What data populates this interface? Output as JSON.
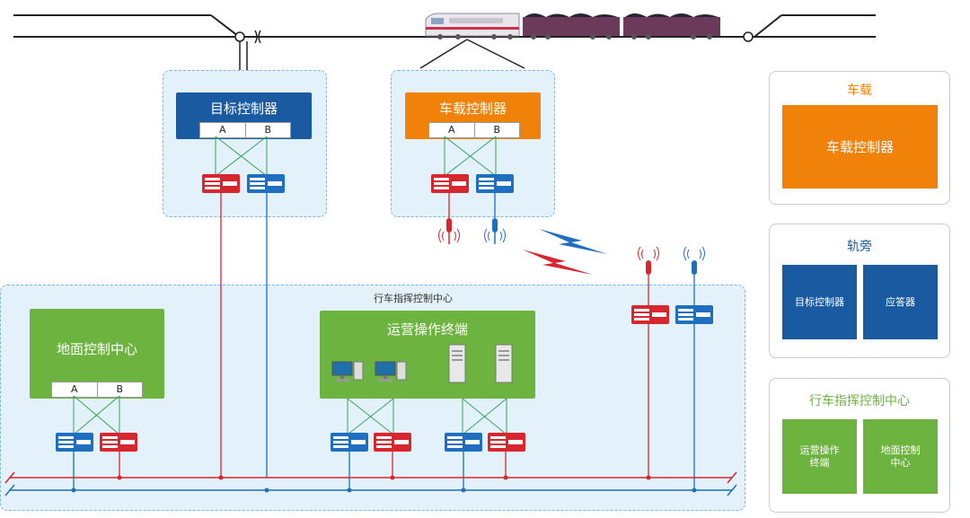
{
  "target_ctrl": {
    "title": "目标控制器",
    "a": "A",
    "b": "B"
  },
  "onboard_ctrl": {
    "title": "车载控制器",
    "a": "A",
    "b": "B"
  },
  "dispatch": {
    "title": "行车指挥控制中心"
  },
  "ground": {
    "title": "地面控制中心",
    "a": "A",
    "b": "B"
  },
  "ops": {
    "title": "运营操作终端"
  },
  "legend": {
    "vehicle": {
      "title": "车载",
      "box": "车载控制器"
    },
    "trackside": {
      "title": "轨旁",
      "box1": "目标控制器",
      "box2": "应答器"
    },
    "center": {
      "title": "行车指挥控制中心",
      "box1": "运营操作\n终端",
      "box2": "地面控制\n中心"
    }
  },
  "colors": {
    "blue_dark": "#1a5aa0",
    "orange": "#f0820a",
    "green": "#6db33f",
    "red": "#d7262e",
    "blue": "#1e6fc0"
  }
}
